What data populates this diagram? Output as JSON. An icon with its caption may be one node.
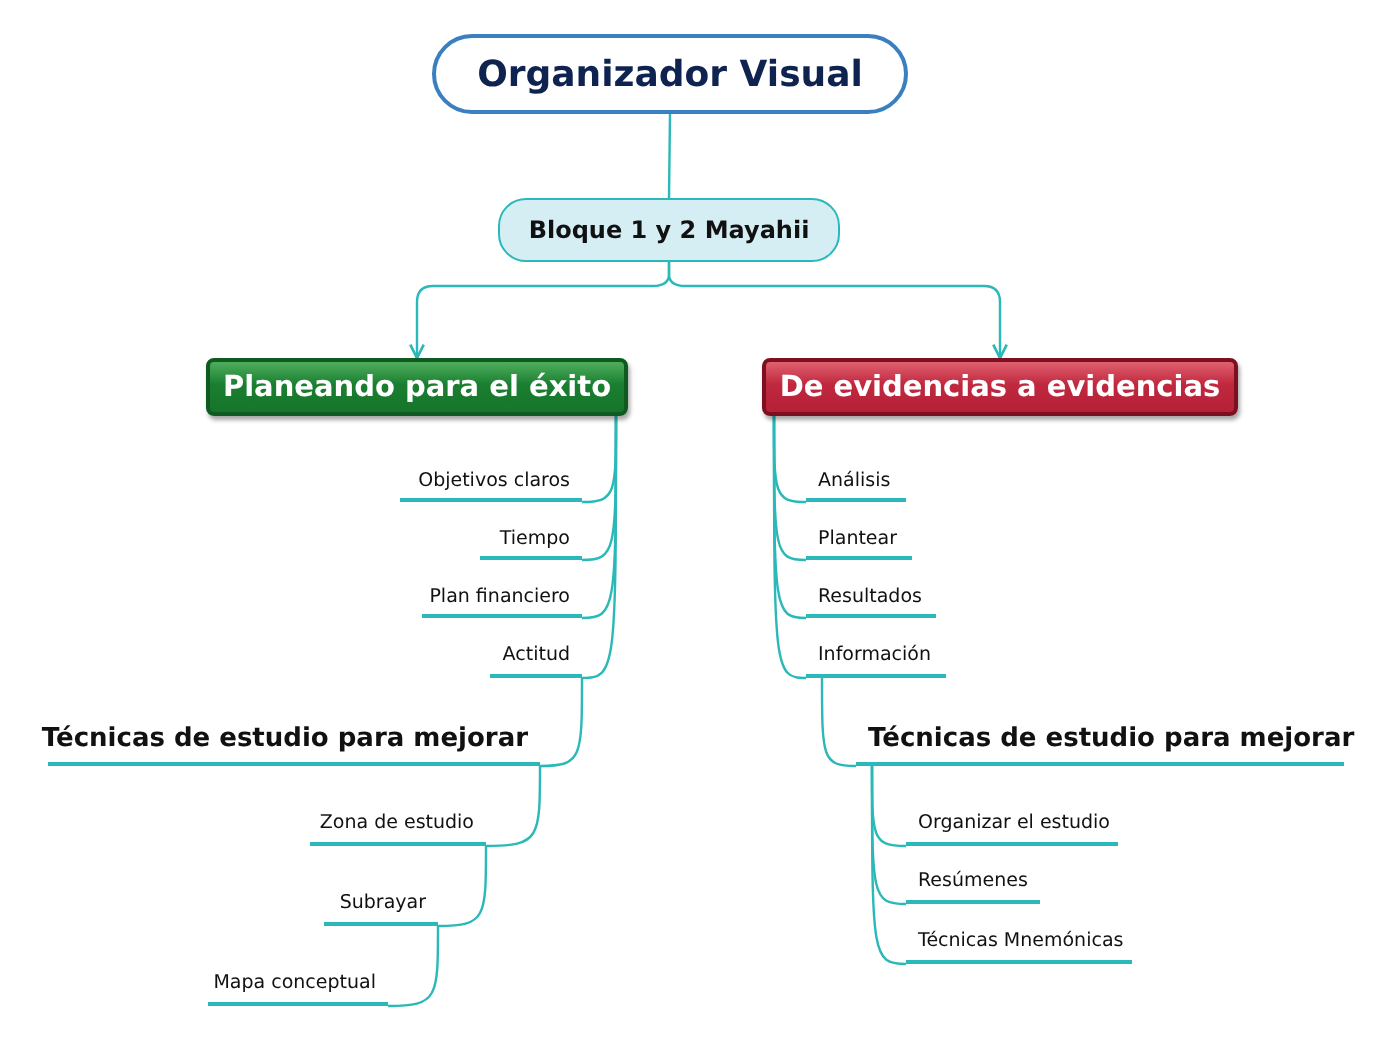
{
  "diagram": {
    "nodes": [
      {
        "text": [
          "Organizador Visual"
        ]
      },
      {
        "text": [
          "Bloque 1 y 2 Mayahii"
        ]
      },
      {
        "text": [
          "Planeando para el éxito"
        ]
      },
      {
        "text": [
          "De evidencias a evidencias"
        ]
      },
      {
        "text": [
          "Objetivos claros"
        ]
      },
      {
        "text": [
          "Tiempo"
        ]
      },
      {
        "text": [
          "Plan financiero"
        ]
      },
      {
        "text": [
          "Actitud"
        ]
      },
      {
        "text": [
          "Técnicas de estudio para mejorar"
        ]
      },
      {
        "text": [
          "Zona de estudio"
        ]
      },
      {
        "text": [
          "Subrayar"
        ]
      },
      {
        "text": [
          "Mapa conceptual"
        ]
      },
      {
        "text": [
          "Análisis"
        ]
      },
      {
        "text": [
          "Plantear"
        ]
      },
      {
        "text": [
          "Resultados"
        ]
      },
      {
        "text": [
          "Información"
        ]
      },
      {
        "text": [
          "Técnicas de estudio para mejorar"
        ]
      },
      {
        "text": [
          "Organizar el estudio"
        ]
      },
      {
        "text": [
          "Resúmenes"
        ]
      },
      {
        "text": [
          "Técnicas Mnemónicas"
        ]
      }
    ],
    "edges": [
      {
        "from": 0,
        "to": 1,
        "arrow": "none"
      },
      {
        "from": 1,
        "to": 2,
        "arrow": "to"
      },
      {
        "from": 1,
        "to": 3,
        "arrow": "to"
      },
      {
        "from": 2,
        "to": 4,
        "arrow": "none"
      },
      {
        "from": 2,
        "to": 5,
        "arrow": "none"
      },
      {
        "from": 2,
        "to": 6,
        "arrow": "none"
      },
      {
        "from": 2,
        "to": 7,
        "arrow": "none"
      },
      {
        "from": 7,
        "to": 8,
        "arrow": "none"
      },
      {
        "from": 8,
        "to": 9,
        "arrow": "none"
      },
      {
        "from": 9,
        "to": 10,
        "arrow": "none"
      },
      {
        "from": 10,
        "to": 11,
        "arrow": "none"
      },
      {
        "from": 3,
        "to": 12,
        "arrow": "none"
      },
      {
        "from": 3,
        "to": 13,
        "arrow": "none"
      },
      {
        "from": 3,
        "to": 14,
        "arrow": "none"
      },
      {
        "from": 3,
        "to": 15,
        "arrow": "none"
      },
      {
        "from": 15,
        "to": 16,
        "arrow": "none"
      },
      {
        "from": 16,
        "to": 17,
        "arrow": "none"
      },
      {
        "from": 16,
        "to": 18,
        "arrow": "none"
      },
      {
        "from": 16,
        "to": 19,
        "arrow": "none"
      }
    ]
  }
}
